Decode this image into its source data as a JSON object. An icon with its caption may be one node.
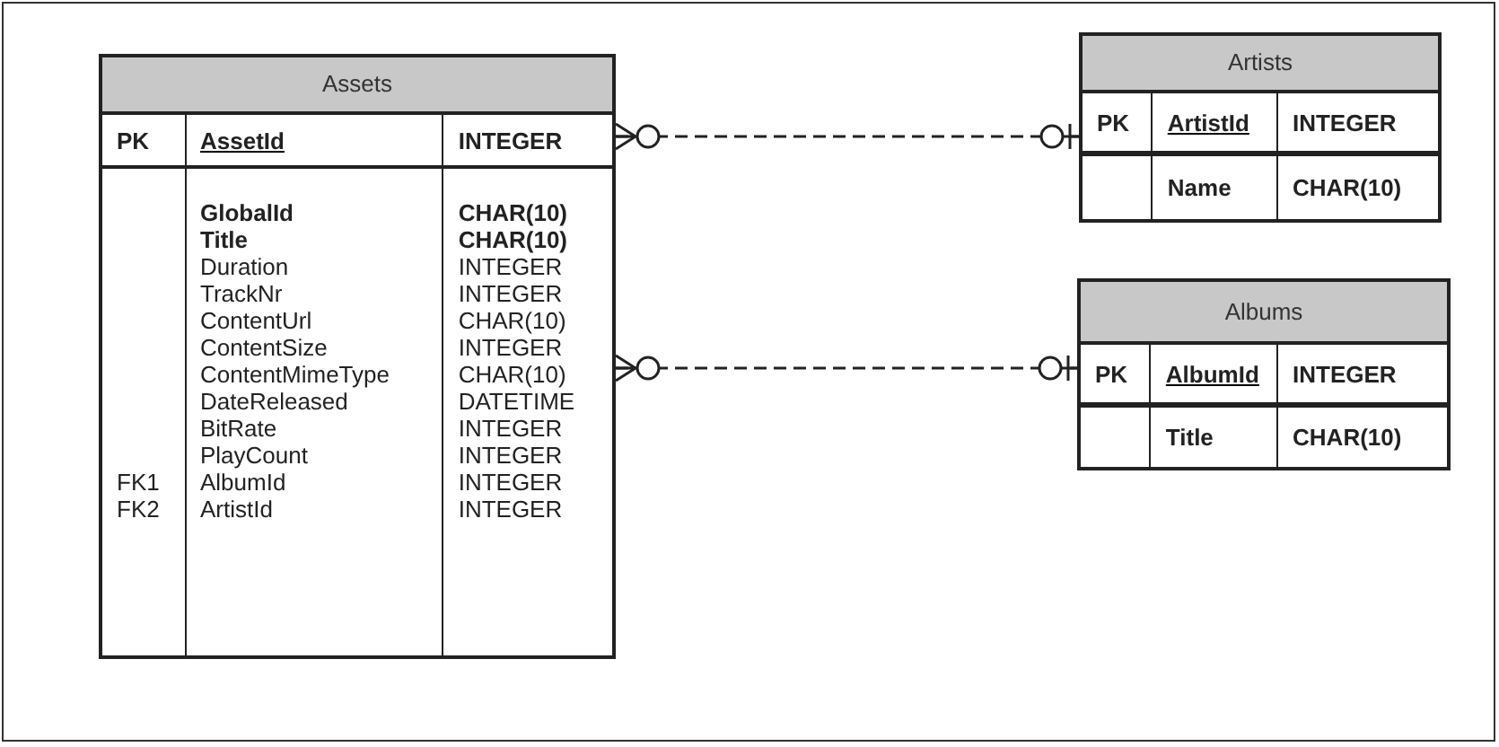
{
  "diagram": {
    "nodes": [
      {
        "text": [
          "Assets",
          "PK",
          "AssetId",
          "INTEGER",
          "GlobalId",
          "CHAR(10)",
          "Title",
          "CHAR(10)",
          "Duration",
          "INTEGER",
          "TrackNr",
          "INTEGER",
          "ContentUrl",
          "CHAR(10)",
          "ContentSize",
          "INTEGER",
          "ContentMimeType",
          "CHAR(10)",
          "DateReleased",
          "DATETIME",
          "BitRate",
          "INTEGER",
          "PlayCount",
          "INTEGER",
          "FK1",
          "AlbumId",
          "INTEGER",
          "FK2",
          "ArtistId",
          "INTEGER"
        ]
      },
      {
        "text": [
          "Artists",
          "PK",
          "ArtistId",
          "INTEGER",
          "Name",
          "CHAR(10)"
        ]
      },
      {
        "text": [
          "Albums",
          "PK",
          "AlbumId",
          "INTEGER",
          "Title",
          "CHAR(10)"
        ]
      }
    ],
    "edges": [
      {
        "from": 0,
        "to": 1,
        "arrow": "other",
        "style": "dashed"
      },
      {
        "from": 0,
        "to": 2,
        "arrow": "other",
        "style": "dashed"
      }
    ]
  }
}
